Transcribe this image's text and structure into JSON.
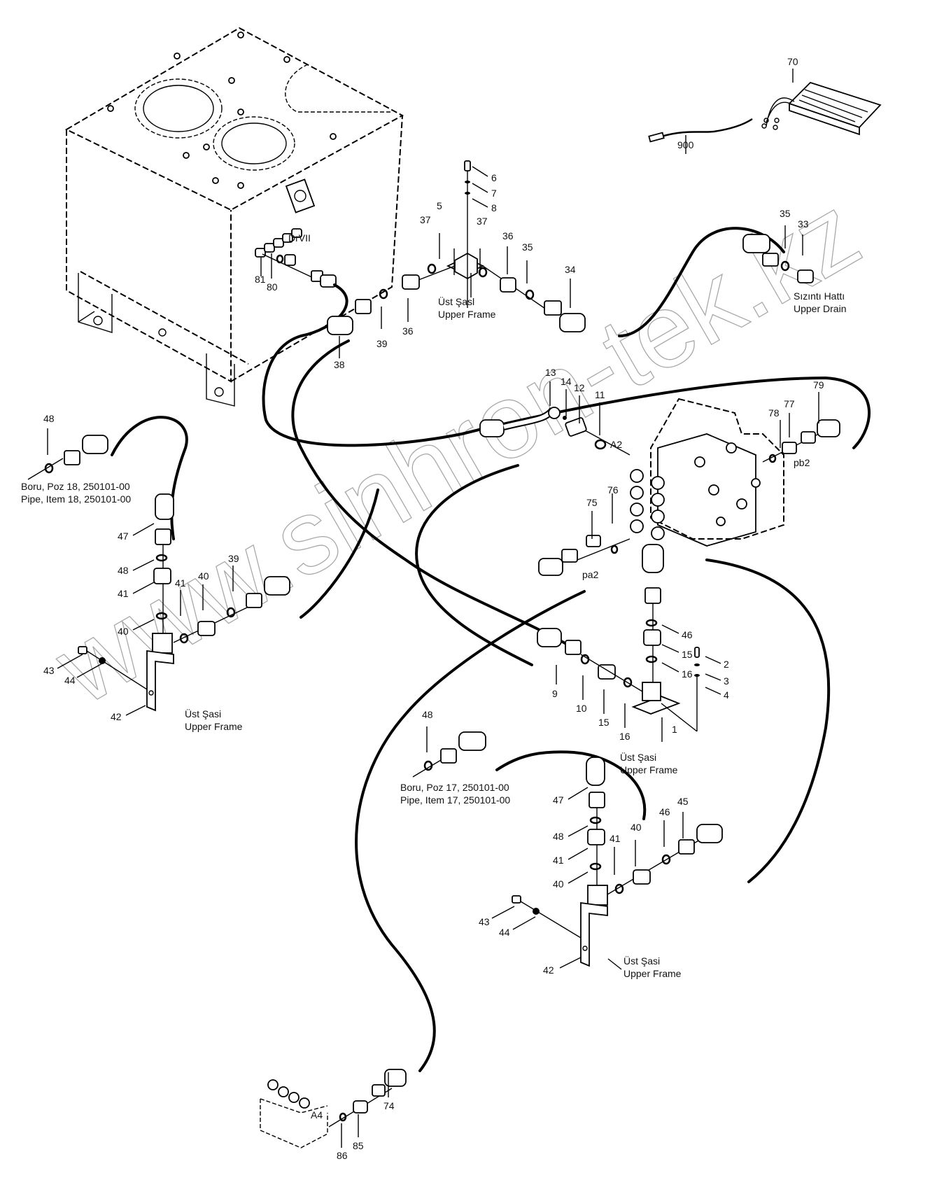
{
  "watermark": "www.sinhron-tek.kz",
  "frame_label": {
    "tr": "Üst Şasi",
    "en": "Upper Frame"
  },
  "notes": {
    "drain_tr": "Sızıntı Hattı",
    "drain_en": "Upper Drain",
    "pipe18_tr": "Boru, Poz 18, 250101-00",
    "pipe18_en": "Pipe, Item 18, 250101-00",
    "pipe17_tr": "Boru, Poz 17, 250101-00",
    "pipe17_en": "Pipe, Item 17, 250101-00",
    "frame_top_tr": "Üst Şasl",
    "frame_top_en": "Upper Frame"
  },
  "ports": {
    "drvii": "DrVII",
    "a2": "A2",
    "pb2": "pb2",
    "pa2": "pa2",
    "a4": "A4"
  },
  "part_numbers": [
    {
      "id": "p70",
      "text": "70"
    },
    {
      "id": "p900",
      "text": "900"
    },
    {
      "id": "p6",
      "text": "6"
    },
    {
      "id": "p7",
      "text": "7"
    },
    {
      "id": "p8",
      "text": "8"
    },
    {
      "id": "p5",
      "text": "5"
    },
    {
      "id": "p37a",
      "text": "37"
    },
    {
      "id": "p37b",
      "text": "37"
    },
    {
      "id": "p36a",
      "text": "36"
    },
    {
      "id": "p35a",
      "text": "35"
    },
    {
      "id": "p34",
      "text": "34"
    },
    {
      "id": "p35b",
      "text": "35"
    },
    {
      "id": "p33",
      "text": "33"
    },
    {
      "id": "p81",
      "text": "81"
    },
    {
      "id": "p80",
      "text": "80"
    },
    {
      "id": "p39a",
      "text": "39"
    },
    {
      "id": "p36b",
      "text": "36"
    },
    {
      "id": "p38",
      "text": "38"
    },
    {
      "id": "p13",
      "text": "13"
    },
    {
      "id": "p14",
      "text": "14"
    },
    {
      "id": "p12",
      "text": "12"
    },
    {
      "id": "p11",
      "text": "11"
    },
    {
      "id": "p79",
      "text": "79"
    },
    {
      "id": "p78",
      "text": "78"
    },
    {
      "id": "p77",
      "text": "77"
    },
    {
      "id": "p76",
      "text": "76"
    },
    {
      "id": "p75",
      "text": "75"
    },
    {
      "id": "p48a",
      "text": "48"
    },
    {
      "id": "p47a",
      "text": "47"
    },
    {
      "id": "p48b",
      "text": "48"
    },
    {
      "id": "p41a",
      "text": "41"
    },
    {
      "id": "p40a",
      "text": "40"
    },
    {
      "id": "p41b",
      "text": "41"
    },
    {
      "id": "p40b",
      "text": "40"
    },
    {
      "id": "p39b",
      "text": "39"
    },
    {
      "id": "p43a",
      "text": "43"
    },
    {
      "id": "p44a",
      "text": "44"
    },
    {
      "id": "p42a",
      "text": "42"
    },
    {
      "id": "p46a",
      "text": "46"
    },
    {
      "id": "p15a",
      "text": "15"
    },
    {
      "id": "p16a",
      "text": "16"
    },
    {
      "id": "p2",
      "text": "2"
    },
    {
      "id": "p3",
      "text": "3"
    },
    {
      "id": "p4",
      "text": "4"
    },
    {
      "id": "p1",
      "text": "1"
    },
    {
      "id": "p9",
      "text": "9"
    },
    {
      "id": "p10",
      "text": "10"
    },
    {
      "id": "p15b",
      "text": "15"
    },
    {
      "id": "p16b",
      "text": "16"
    },
    {
      "id": "p48c",
      "text": "48"
    },
    {
      "id": "p47b",
      "text": "47"
    },
    {
      "id": "p48d",
      "text": "48"
    },
    {
      "id": "p41c",
      "text": "41"
    },
    {
      "id": "p40c",
      "text": "40"
    },
    {
      "id": "p41d",
      "text": "41"
    },
    {
      "id": "p40d",
      "text": "40"
    },
    {
      "id": "p46b",
      "text": "46"
    },
    {
      "id": "p45",
      "text": "45"
    },
    {
      "id": "p43b",
      "text": "43"
    },
    {
      "id": "p44b",
      "text": "44"
    },
    {
      "id": "p42b",
      "text": "42"
    },
    {
      "id": "p74",
      "text": "74"
    },
    {
      "id": "p85",
      "text": "85"
    },
    {
      "id": "p86",
      "text": "86"
    }
  ]
}
